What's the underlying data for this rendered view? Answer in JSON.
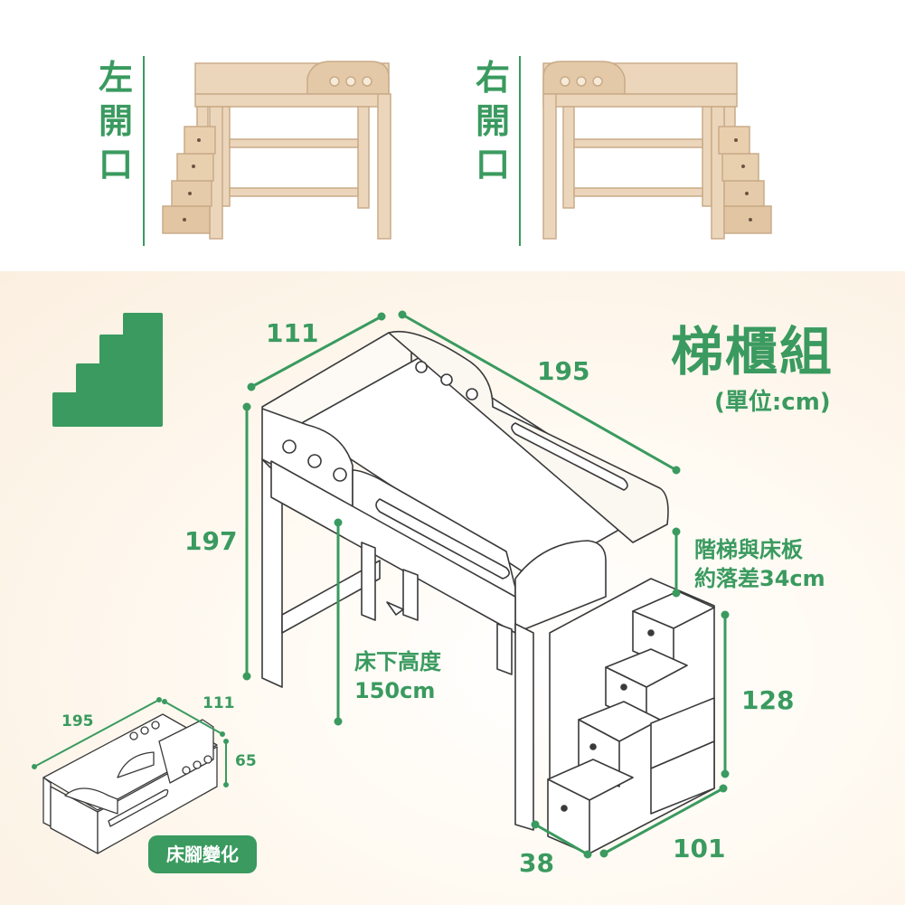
{
  "top": {
    "left_label": "左開口",
    "right_label": "右開口"
  },
  "main": {
    "title": "梯櫃組",
    "unit": "(單位:cm)",
    "dims": {
      "width": "111",
      "length": "195",
      "height": "197",
      "stair_height": "128",
      "stair_depth": "38",
      "stair_width": "101"
    },
    "note_under": [
      "床下高度",
      "150cm"
    ],
    "note_step": [
      "階梯與床板",
      "約落差34cm"
    ]
  },
  "variant": {
    "length": "195",
    "width": "111",
    "height": "65",
    "badge": "床腳變化"
  },
  "colors": {
    "accent": "#3a9a5f",
    "wood": "#ecd6bb",
    "background": "#fbefe0"
  }
}
